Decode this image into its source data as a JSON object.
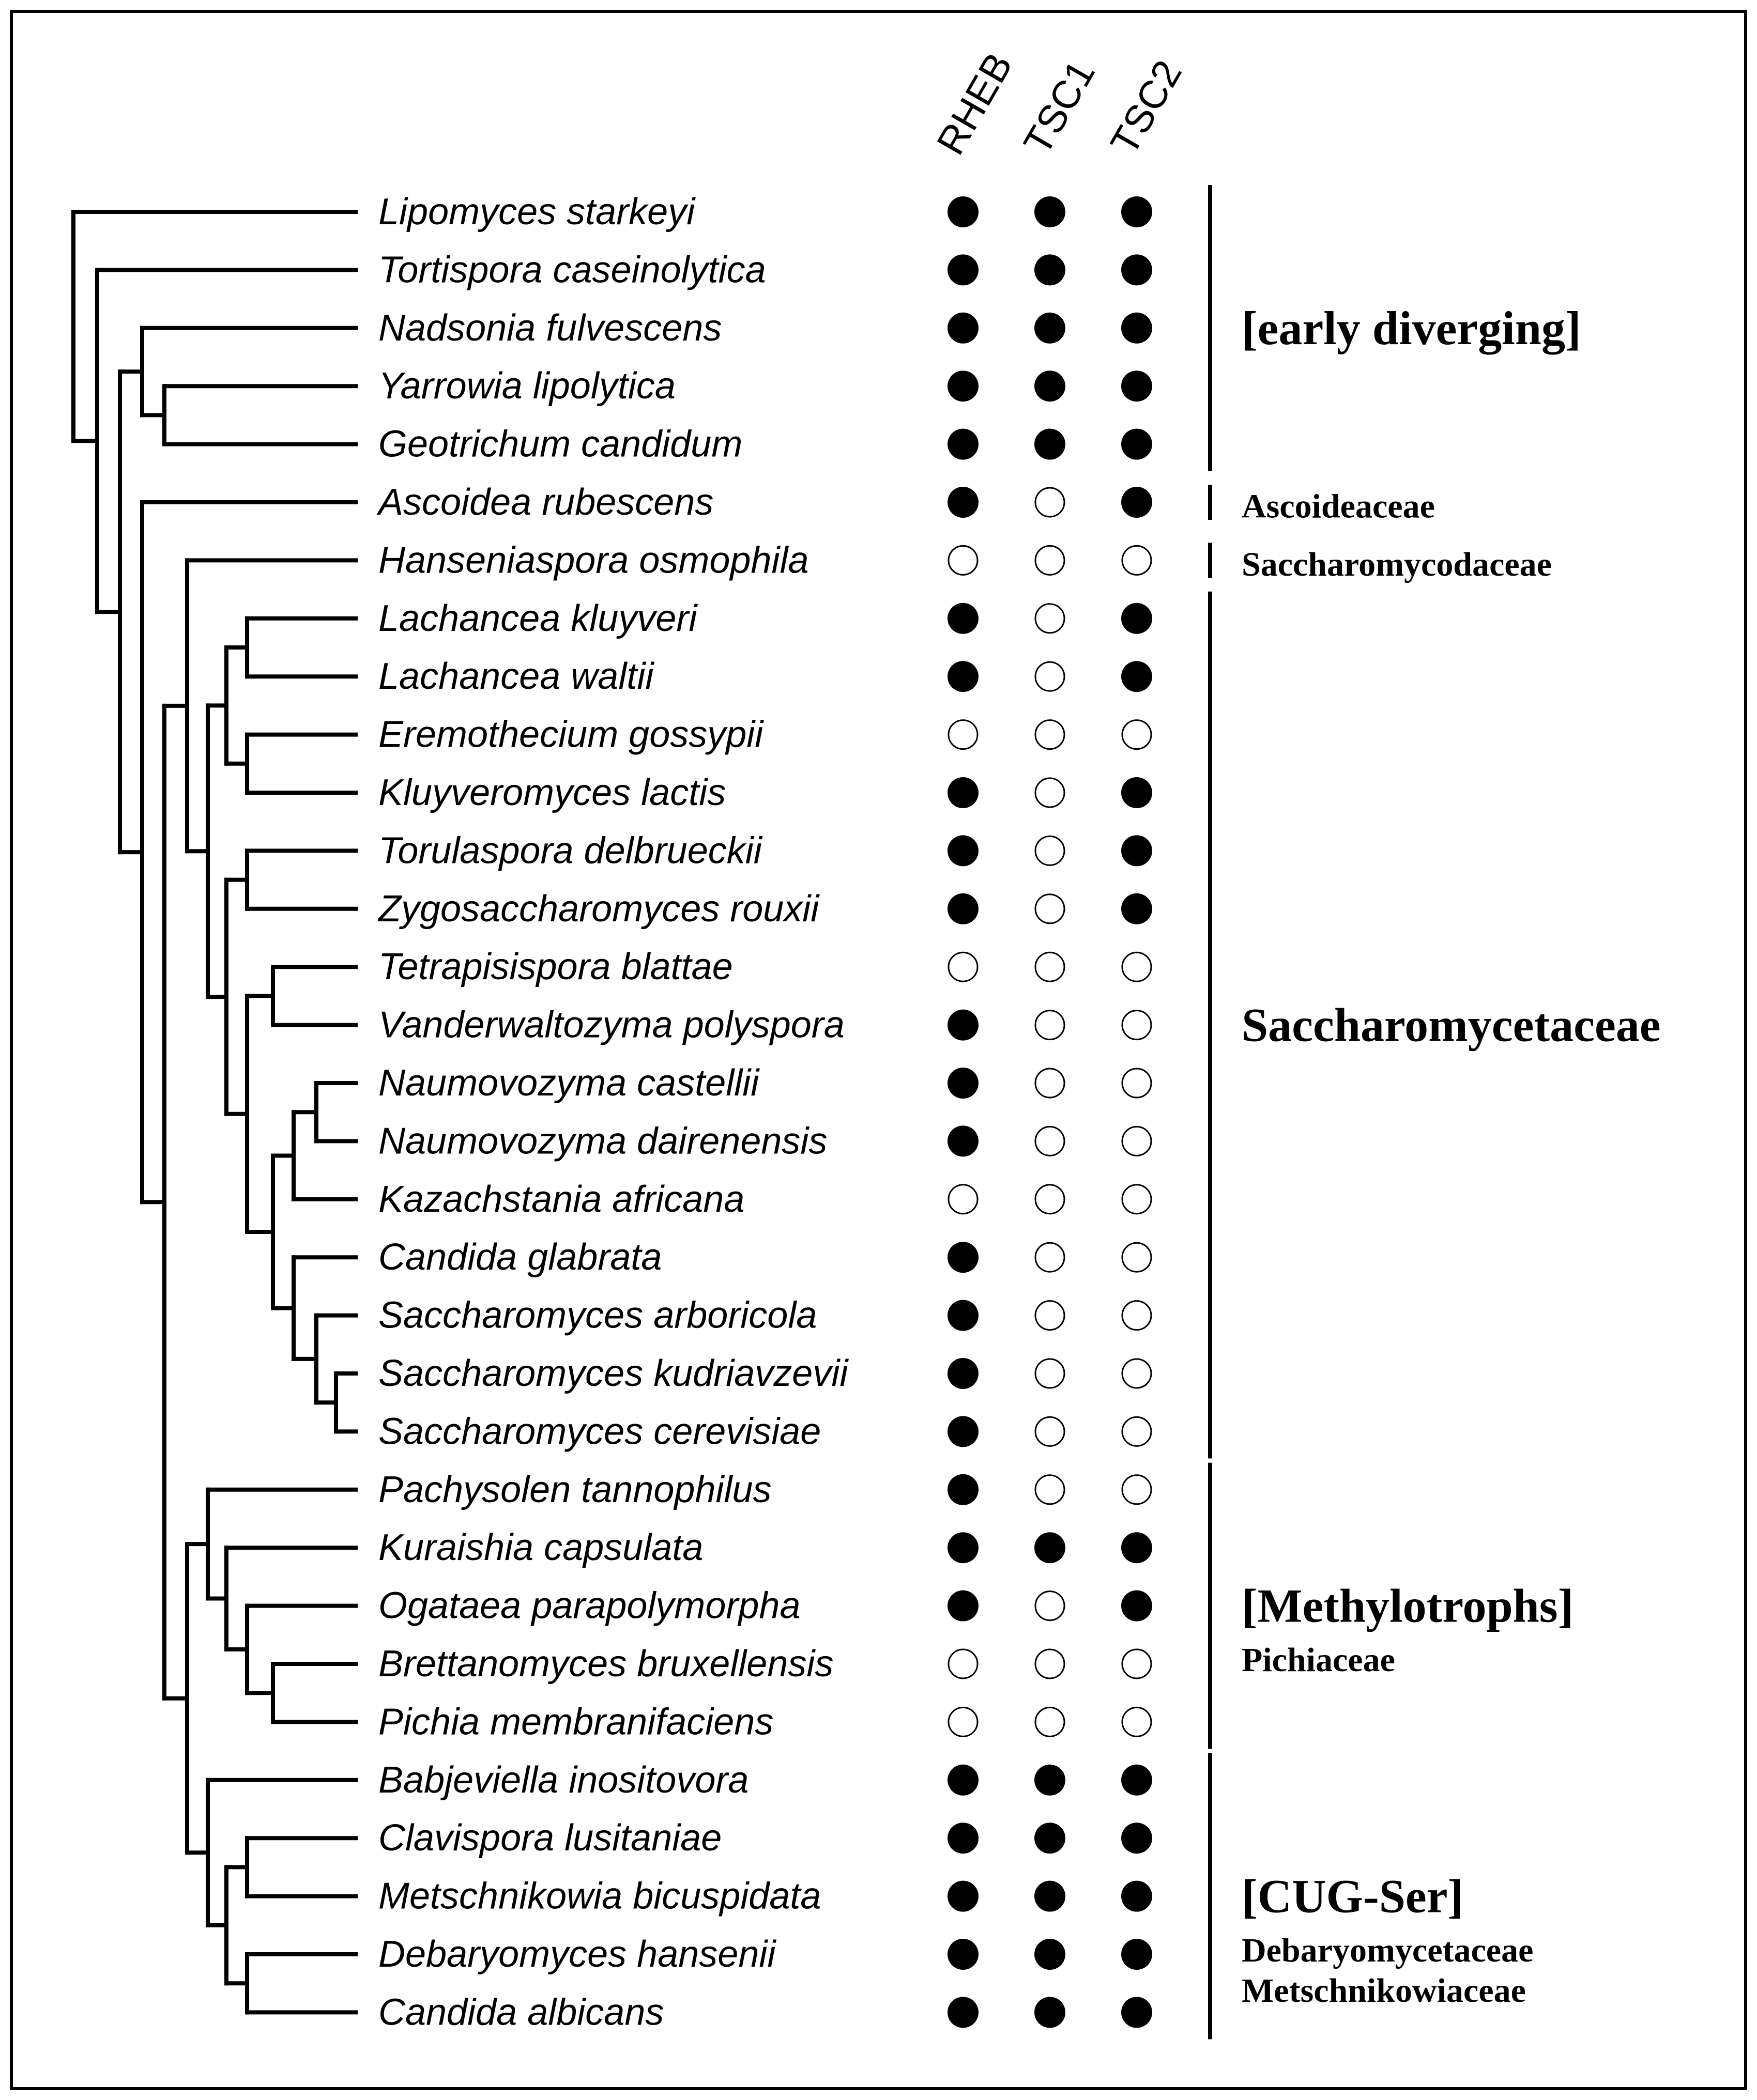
{
  "columns": [
    "RHEB",
    "TSC1",
    "TSC2"
  ],
  "species": [
    {
      "name": "Lipomyces starkeyi",
      "presence": [
        1,
        1,
        1
      ]
    },
    {
      "name": "Tortispora caseinolytica",
      "presence": [
        1,
        1,
        1
      ]
    },
    {
      "name": "Nadsonia fulvescens",
      "presence": [
        1,
        1,
        1
      ]
    },
    {
      "name": "Yarrowia lipolytica",
      "presence": [
        1,
        1,
        1
      ]
    },
    {
      "name": "Geotrichum candidum",
      "presence": [
        1,
        1,
        1
      ]
    },
    {
      "name": "Ascoidea rubescens",
      "presence": [
        1,
        0,
        1
      ]
    },
    {
      "name": "Hanseniaspora osmophila",
      "presence": [
        0,
        0,
        0
      ]
    },
    {
      "name": "Lachancea kluyveri",
      "presence": [
        1,
        0,
        1
      ]
    },
    {
      "name": "Lachancea waltii",
      "presence": [
        1,
        0,
        1
      ]
    },
    {
      "name": "Eremothecium gossypii",
      "presence": [
        0,
        0,
        0
      ]
    },
    {
      "name": "Kluyveromyces lactis",
      "presence": [
        1,
        0,
        1
      ]
    },
    {
      "name": "Torulaspora delbrueckii",
      "presence": [
        1,
        0,
        1
      ]
    },
    {
      "name": "Zygosaccharomyces rouxii",
      "presence": [
        1,
        0,
        1
      ]
    },
    {
      "name": "Tetrapisispora blattae",
      "presence": [
        0,
        0,
        0
      ]
    },
    {
      "name": "Vanderwaltozyma polyspora",
      "presence": [
        1,
        0,
        0
      ]
    },
    {
      "name": "Naumovozyma castellii",
      "presence": [
        1,
        0,
        0
      ]
    },
    {
      "name": "Naumovozyma dairenensis",
      "presence": [
        1,
        0,
        0
      ]
    },
    {
      "name": "Kazachstania africana",
      "presence": [
        0,
        0,
        0
      ]
    },
    {
      "name": "Candida glabrata",
      "presence": [
        1,
        0,
        0
      ]
    },
    {
      "name": "Saccharomyces arboricola",
      "presence": [
        1,
        0,
        0
      ]
    },
    {
      "name": "Saccharomyces kudriavzevii",
      "presence": [
        1,
        0,
        0
      ]
    },
    {
      "name": "Saccharomyces cerevisiae",
      "presence": [
        1,
        0,
        0
      ]
    },
    {
      "name": "Pachysolen tannophilus",
      "presence": [
        1,
        0,
        0
      ]
    },
    {
      "name": "Kuraishia capsulata",
      "presence": [
        1,
        1,
        1
      ]
    },
    {
      "name": "Ogataea parapolymorpha",
      "presence": [
        1,
        0,
        1
      ]
    },
    {
      "name": "Brettanomyces bruxellensis",
      "presence": [
        0,
        0,
        0
      ]
    },
    {
      "name": "Pichia membranifaciens",
      "presence": [
        0,
        0,
        0
      ]
    },
    {
      "name": "Babjeviella inositovora",
      "presence": [
        1,
        1,
        1
      ]
    },
    {
      "name": "Clavispora lusitaniae",
      "presence": [
        1,
        1,
        1
      ]
    },
    {
      "name": "Metschnikowia bicuspidata",
      "presence": [
        1,
        1,
        1
      ]
    },
    {
      "name": "Debaryomyces hansenii",
      "presence": [
        1,
        1,
        1
      ]
    },
    {
      "name": "Candida albicans",
      "presence": [
        1,
        1,
        1
      ]
    }
  ],
  "groups": [
    {
      "first": 0,
      "last": 4,
      "labels": [
        {
          "text": "[early diverging]",
          "size": "large"
        }
      ]
    },
    {
      "first": 5,
      "last": 5,
      "labels": [
        {
          "text": "Ascoideaceae",
          "size": "small"
        }
      ]
    },
    {
      "first": 6,
      "last": 6,
      "labels": [
        {
          "text": "Saccharomycodaceae",
          "size": "small"
        }
      ]
    },
    {
      "first": 7,
      "last": 21,
      "labels": [
        {
          "text": "Saccharomycetaceae",
          "size": "large"
        }
      ]
    },
    {
      "first": 22,
      "last": 26,
      "labels": [
        {
          "text": "[Methylotrophs]",
          "size": "large"
        },
        {
          "text": "Pichiaceae",
          "size": "small"
        }
      ]
    },
    {
      "first": 27,
      "last": 31,
      "labels": [
        {
          "text": "[CUG-Ser]",
          "size": "large"
        },
        {
          "text": "Debaryomycetaceae",
          "size": "small"
        },
        {
          "text": "Metschnikowiaceae",
          "size": "small"
        }
      ]
    }
  ],
  "tree": {
    "c": [
      {
        "leaf": 0
      },
      {
        "c": [
          {
            "leaf": 1
          },
          {
            "c": [
              {
                "c": [
                  {
                    "leaf": 2
                  },
                  {
                    "c": [
                      {
                        "leaf": 3
                      },
                      {
                        "leaf": 4
                      }
                    ]
                  }
                ]
              },
              {
                "c": [
                  {
                    "leaf": 5
                  },
                  {
                    "c": [
                      {
                        "c": [
                          {
                            "leaf": 6
                          },
                          {
                            "c": [
                              {
                                "c": [
                                  {
                                    "c": [
                                      {
                                        "leaf": 7
                                      },
                                      {
                                        "leaf": 8
                                      }
                                    ]
                                  },
                                  {
                                    "c": [
                                      {
                                        "leaf": 9
                                      },
                                      {
                                        "leaf": 10
                                      }
                                    ]
                                  }
                                ]
                              },
                              {
                                "c": [
                                  {
                                    "c": [
                                      {
                                        "leaf": 11
                                      },
                                      {
                                        "leaf": 12
                                      }
                                    ]
                                  },
                                  {
                                    "c": [
                                      {
                                        "c": [
                                          {
                                            "leaf": 13
                                          },
                                          {
                                            "leaf": 14
                                          }
                                        ]
                                      },
                                      {
                                        "c": [
                                          {
                                            "c": [
                                              {
                                                "c": [
                                                  {
                                                    "leaf": 15
                                                  },
                                                  {
                                                    "leaf": 16
                                                  }
                                                ]
                                              },
                                              {
                                                "leaf": 17
                                              }
                                            ]
                                          },
                                          {
                                            "c": [
                                              {
                                                "leaf": 18
                                              },
                                              {
                                                "c": [
                                                  {
                                                    "leaf": 19
                                                  },
                                                  {
                                                    "c": [
                                                      {
                                                        "leaf": 20
                                                      },
                                                      {
                                                        "leaf": 21
                                                      }
                                                    ]
                                                  }
                                                ]
                                              }
                                            ]
                                          }
                                        ]
                                      }
                                    ]
                                  }
                                ]
                              }
                            ]
                          }
                        ]
                      },
                      {
                        "c": [
                          {
                            "c": [
                              {
                                "leaf": 22
                              },
                              {
                                "c": [
                                  {
                                    "leaf": 23
                                  },
                                  {
                                    "c": [
                                      {
                                        "leaf": 24
                                      },
                                      {
                                        "c": [
                                          {
                                            "leaf": 25
                                          },
                                          {
                                            "leaf": 26
                                          }
                                        ]
                                      }
                                    ]
                                  }
                                ]
                              }
                            ]
                          },
                          {
                            "c": [
                              {
                                "leaf": 27
                              },
                              {
                                "c": [
                                  {
                                    "c": [
                                      {
                                        "leaf": 28
                                      },
                                      {
                                        "leaf": 29
                                      }
                                    ]
                                  },
                                  {
                                    "c": [
                                      {
                                        "leaf": 30
                                      },
                                      {
                                        "leaf": 31
                                      }
                                    ]
                                  }
                                ]
                              }
                            ]
                          }
                        ]
                      }
                    ]
                  }
                ]
              }
            ]
          }
        ]
      }
    ]
  }
}
